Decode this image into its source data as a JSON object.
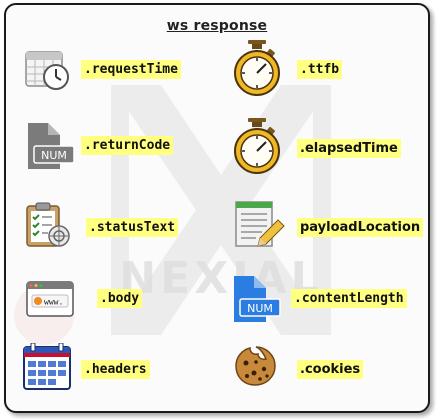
{
  "title": "ws response",
  "watermark_text": "NEXIAL",
  "items": [
    {
      "label": ".requestTime",
      "icon": "calendar-clock-icon"
    },
    {
      "label": ".ttfb",
      "icon": "stopwatch-icon"
    },
    {
      "label": ".returnCode",
      "icon": "num-file-icon"
    },
    {
      "label": ".elapsedTime",
      "icon": "stopwatch-icon"
    },
    {
      "label": ".statusText",
      "icon": "clipboard-checklist-icon"
    },
    {
      "label": "payloadLocation",
      "icon": "document-pencil-icon"
    },
    {
      "label": ".body",
      "icon": "web-window-icon"
    },
    {
      "label": ".contentLength",
      "icon": "num-file-icon"
    },
    {
      "label": ".headers",
      "icon": "calendar-grid-icon"
    },
    {
      "label": ".cookies",
      "icon": "cookie-icon"
    }
  ],
  "colors": {
    "label_bg": "#ffff80",
    "stopwatch": "#f2b824",
    "num_file_gray": "#7b7b7b",
    "num_file_blue": "#2b7de1",
    "watermark": "#dcdcdc"
  }
}
